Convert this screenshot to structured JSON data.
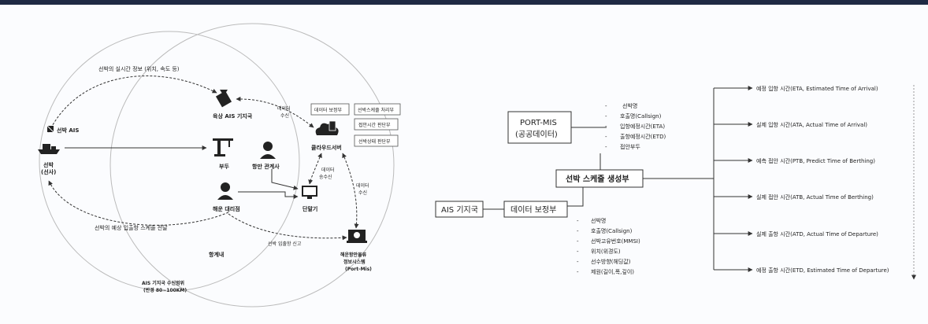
{
  "left_diagram": {
    "realtime_info": "선박의 실시간 정보 (위치, 속도 등)",
    "ground_ais": "육상 AIS 기지국",
    "ship_ais": "선박 AIS",
    "ship_label": [
      "선박",
      "(선사)"
    ],
    "pier": "부두",
    "port_stakeholder": "항만 관계사",
    "shipping_agent": "해운 대리점",
    "terminal": "단말기",
    "cloud_server": "클라우드서버",
    "data_receive": [
      "데이터",
      "수신"
    ],
    "data_send_receive": [
      "데이터",
      "송수신"
    ],
    "data_receive2": [
      "데이터",
      "수신"
    ],
    "modules": [
      "데이터 보정부",
      "선박스케줄 처리부",
      "접안시간 판단부",
      "선박상태 판단부"
    ],
    "schedule_notice": "선박의 예상 입출항 스케줄 전달",
    "report": "선박 입출항 신고",
    "port_area": "항계내",
    "portmis": [
      "해운항만물류",
      "정보시스템",
      "(Port-Mis)"
    ],
    "ais_range": [
      "AIS 기지국 수신범위",
      "(반경 80~100KM)"
    ]
  },
  "right_diagram": {
    "portmis_box": [
      "PORT-MIS",
      "(공공데이터)"
    ],
    "portmis_items": [
      "선박명",
      "호출명(Callsign)",
      "입항예정시간(ETA)",
      "출항예정시간(ETD)",
      "접안부두"
    ],
    "generator": "선박 스케줄 생성부",
    "ais_box": "AIS 기지국",
    "correction_box": "데이터 보정부",
    "ais_items": [
      "선박명",
      "호출명(Callsign)",
      "선박고유번호(MMSI)",
      "위치(위경도)",
      "선수방향(헤딩값)",
      "제원(길이,폭,깊이)"
    ],
    "outputs": [
      "예정 입항 시간(ETA, Estimated Time of Arrival)",
      "실제 입항 시간(ATA, Actual Time of Arrival)",
      "예측 접안 시간(PTB, Predict Time of Berthing)",
      "실제 접안 시간(ATB, Actual Time of Berthing)",
      "실제 출항 시간(ATD, Actual Time of Departure)",
      "예정 출항 시간(ETD, Estimated Time of Departure)"
    ]
  }
}
